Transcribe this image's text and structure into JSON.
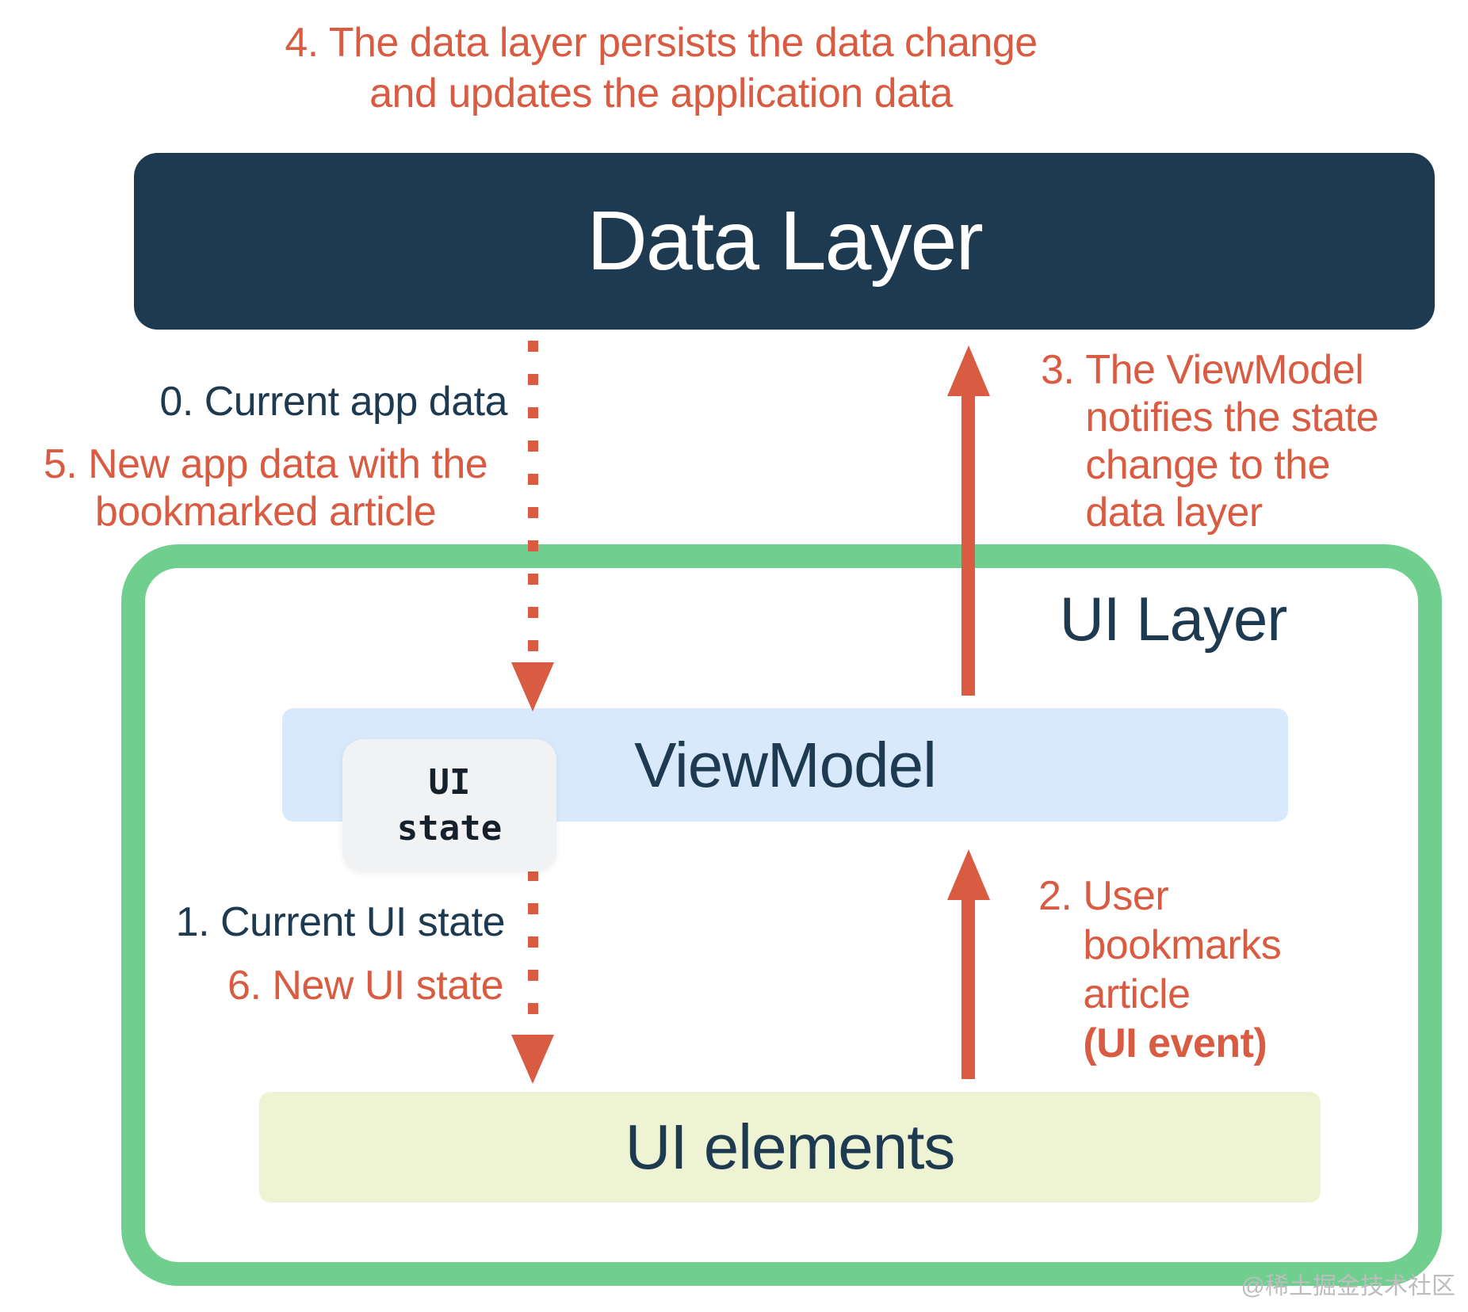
{
  "colors": {
    "navy": "#1d3a50",
    "red": "#d95b41",
    "green_border": "#70cf8e",
    "viewmodel_blue": "#d7e9fb",
    "ui_elements_yellow": "#eef3d3",
    "ui_state_gray": "#f0f2f4",
    "watermark_gray": "#bdbdbd",
    "data_layer_text": "#ffffff"
  },
  "caption": {
    "line1": "4. The data layer persists the data change",
    "line2": "and updates the application data"
  },
  "data_layer": {
    "title": "Data Layer"
  },
  "left_labels": {
    "step0": "0. Current app data",
    "step5_line1": "5. New app data with the",
    "step5_line2": "bookmarked article",
    "step1": "1. Current UI state",
    "step6": "6. New UI state"
  },
  "right_labels": {
    "step3": {
      "num": "3.",
      "lines": [
        "The ViewModel",
        "notifies the state",
        "change to the",
        "data layer"
      ]
    },
    "step2": {
      "num": "2.",
      "lines": [
        "User",
        "bookmarks",
        "article"
      ],
      "bold_line": "(UI event)"
    }
  },
  "ui_layer": {
    "title": "UI Layer",
    "viewmodel_title": "ViewModel",
    "ui_state": {
      "line1": "UI",
      "line2": "state"
    },
    "ui_elements_title": "UI elements"
  },
  "watermark": "@稀土掘金技术社区"
}
